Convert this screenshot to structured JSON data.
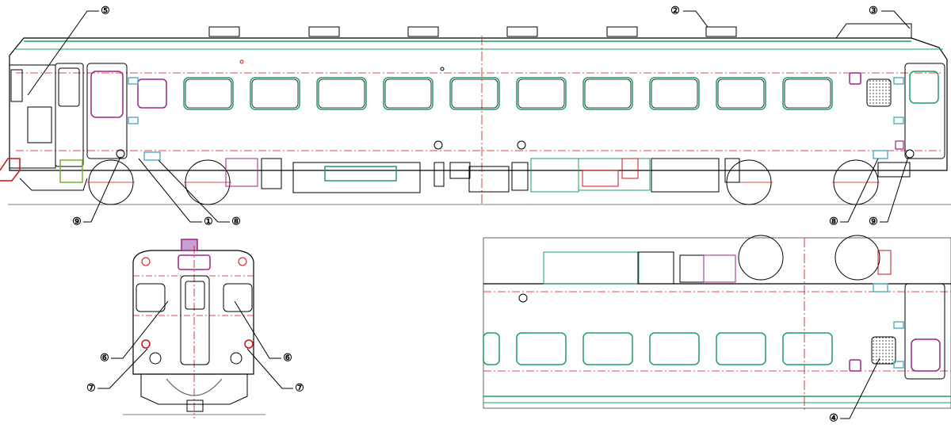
{
  "callouts": [
    {
      "id": "c1",
      "label": "①"
    },
    {
      "id": "c2",
      "label": "②"
    },
    {
      "id": "c3",
      "label": "③"
    },
    {
      "id": "c4",
      "label": "④"
    },
    {
      "id": "c5",
      "label": "⑤"
    },
    {
      "id": "c6a",
      "label": "⑥"
    },
    {
      "id": "c6b",
      "label": "⑥"
    },
    {
      "id": "c7a",
      "label": "⑦"
    },
    {
      "id": "c7b",
      "label": "⑦"
    },
    {
      "id": "c8a",
      "label": "⑧"
    },
    {
      "id": "c8b",
      "label": "⑧"
    },
    {
      "id": "c9a",
      "label": "⑨"
    },
    {
      "id": "c9b",
      "label": "⑨"
    }
  ],
  "colors": {
    "outline": "#000000",
    "center_line": "#d01010",
    "roof_line": "#18a060",
    "window_frame": "#18a060",
    "door_window": "#a0208a",
    "marker_light": "#5ab0c8",
    "headlight_box": "#7ab030"
  }
}
